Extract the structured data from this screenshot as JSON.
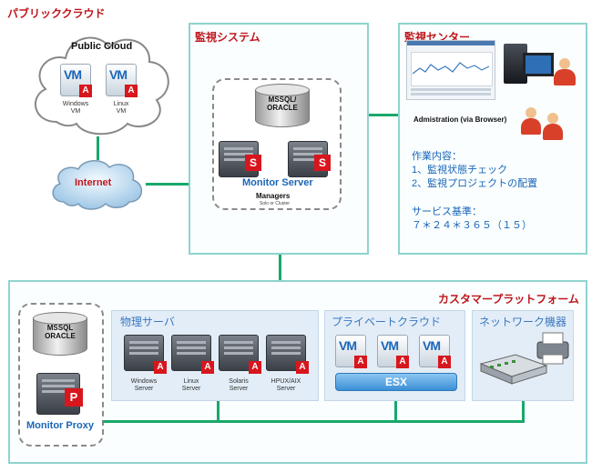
{
  "public_cloud": {
    "title": "パブリッククラウド",
    "cloud_label": "Public Cloud",
    "vm_label": "VM",
    "vm_badge": "A",
    "vms": [
      {
        "caption": "Windows\nVM"
      },
      {
        "caption": "Linux\nVM"
      }
    ]
  },
  "internet": {
    "label": "Internet"
  },
  "monitor_system": {
    "title": "監視システム",
    "db_label": "MSSQL/\nORACLE",
    "server_badge": "S",
    "server_label": "Monitor Server",
    "managers_label": "Managers",
    "managers_sub": "Solo or Cluster"
  },
  "monitor_center": {
    "title": "監視センター",
    "admin_label": "Admistration (via Browser)",
    "work_title": "作業内容：",
    "work_items": [
      "1、監視状態チェック",
      "2、監視プロジェクトの配置"
    ],
    "sla_title": "サービス基準：",
    "sla_value": "７＊２４＊３６５（１５）"
  },
  "customer_platform": {
    "title": "カスタマープラットフォーム",
    "proxy": {
      "db_label": "MSSQL\nORACLE",
      "badge": "P",
      "label": "Monitor Proxy"
    },
    "physical": {
      "title": "物理サーバ",
      "badge": "A",
      "servers": [
        {
          "caption": "Windows\nServer"
        },
        {
          "caption": "Linux\nServer"
        },
        {
          "caption": "Solaris\nServer"
        },
        {
          "caption": "HPUX/AIX\nServer"
        }
      ]
    },
    "private_cloud": {
      "title": "プライベートクラウド",
      "vm_label": "VM",
      "vm_badge": "A",
      "esx_label": "ESX"
    },
    "network": {
      "title": "ネットワーク機器"
    }
  },
  "colors": {
    "accent_red": "#c0161d",
    "panel_border": "#8fd3cf",
    "connector": "#18a86b",
    "label_blue": "#1a66b8"
  }
}
